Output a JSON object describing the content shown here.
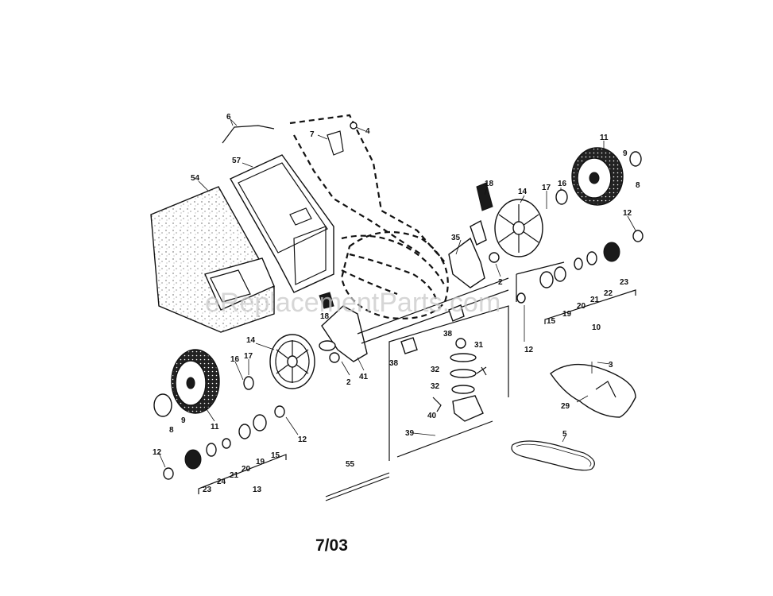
{
  "diagram": {
    "date_code": "7/03",
    "watermark": "eReplacementParts.com",
    "labels": {
      "p6": "6",
      "p7": "7",
      "p4": "4",
      "p54": "54",
      "p57": "57",
      "p11r": "11",
      "p9r": "9",
      "p8r": "8",
      "p18r": "18",
      "p14r": "14",
      "p17r": "17",
      "p16r": "16",
      "p12r": "12",
      "p35": "35",
      "p2r": "2",
      "p15r": "15",
      "p19r": "19",
      "p20r": "20",
      "p21r": "21",
      "p22r": "22",
      "p23r": "23",
      "p10": "10",
      "p12m": "12",
      "p18l": "18",
      "p14l": "14",
      "p16l": "16",
      "p17l": "17",
      "p2l": "2",
      "p41": "41",
      "p11l": "11",
      "p9l": "9",
      "p8l": "8",
      "p12l": "12",
      "p12b": "12",
      "p23b": "23",
      "p24": "24",
      "p21b": "21",
      "p20b": "20",
      "p19b": "19",
      "p15b": "15",
      "p13": "13",
      "p38a": "38",
      "p38b": "38",
      "p31": "31",
      "p32a": "32",
      "p32b": "32",
      "p40": "40",
      "p39": "39",
      "p55": "55",
      "p3": "3",
      "p29": "29",
      "p5": "5"
    }
  }
}
